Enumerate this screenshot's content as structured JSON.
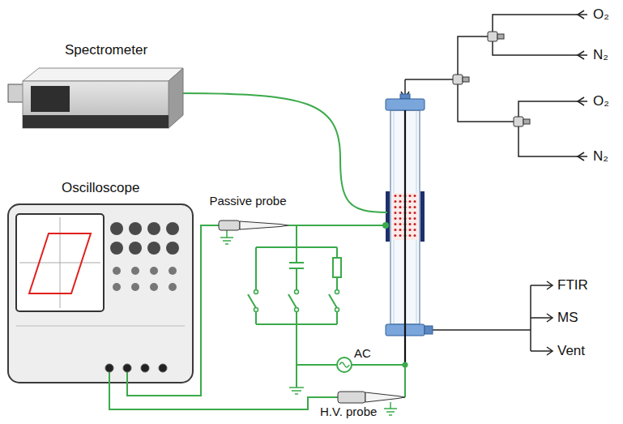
{
  "diagram": {
    "nodes": [
      {
        "text": [
          "Spectrometer"
        ]
      },
      {
        "text": [
          "Oscilloscope"
        ]
      },
      {
        "text": [
          "Passive probe"
        ]
      },
      {
        "text": [
          "H.V. probe"
        ]
      }
    ],
    "edges": [
      {
        "from": 1,
        "to": 2,
        "arrow": "none"
      },
      {
        "from": 1,
        "to": 3,
        "arrow": "none"
      }
    ],
    "labels": [
      "O₂",
      "N₂",
      "O₂",
      "N₂",
      "AC",
      "FTIR",
      "MS",
      "Vent"
    ]
  }
}
